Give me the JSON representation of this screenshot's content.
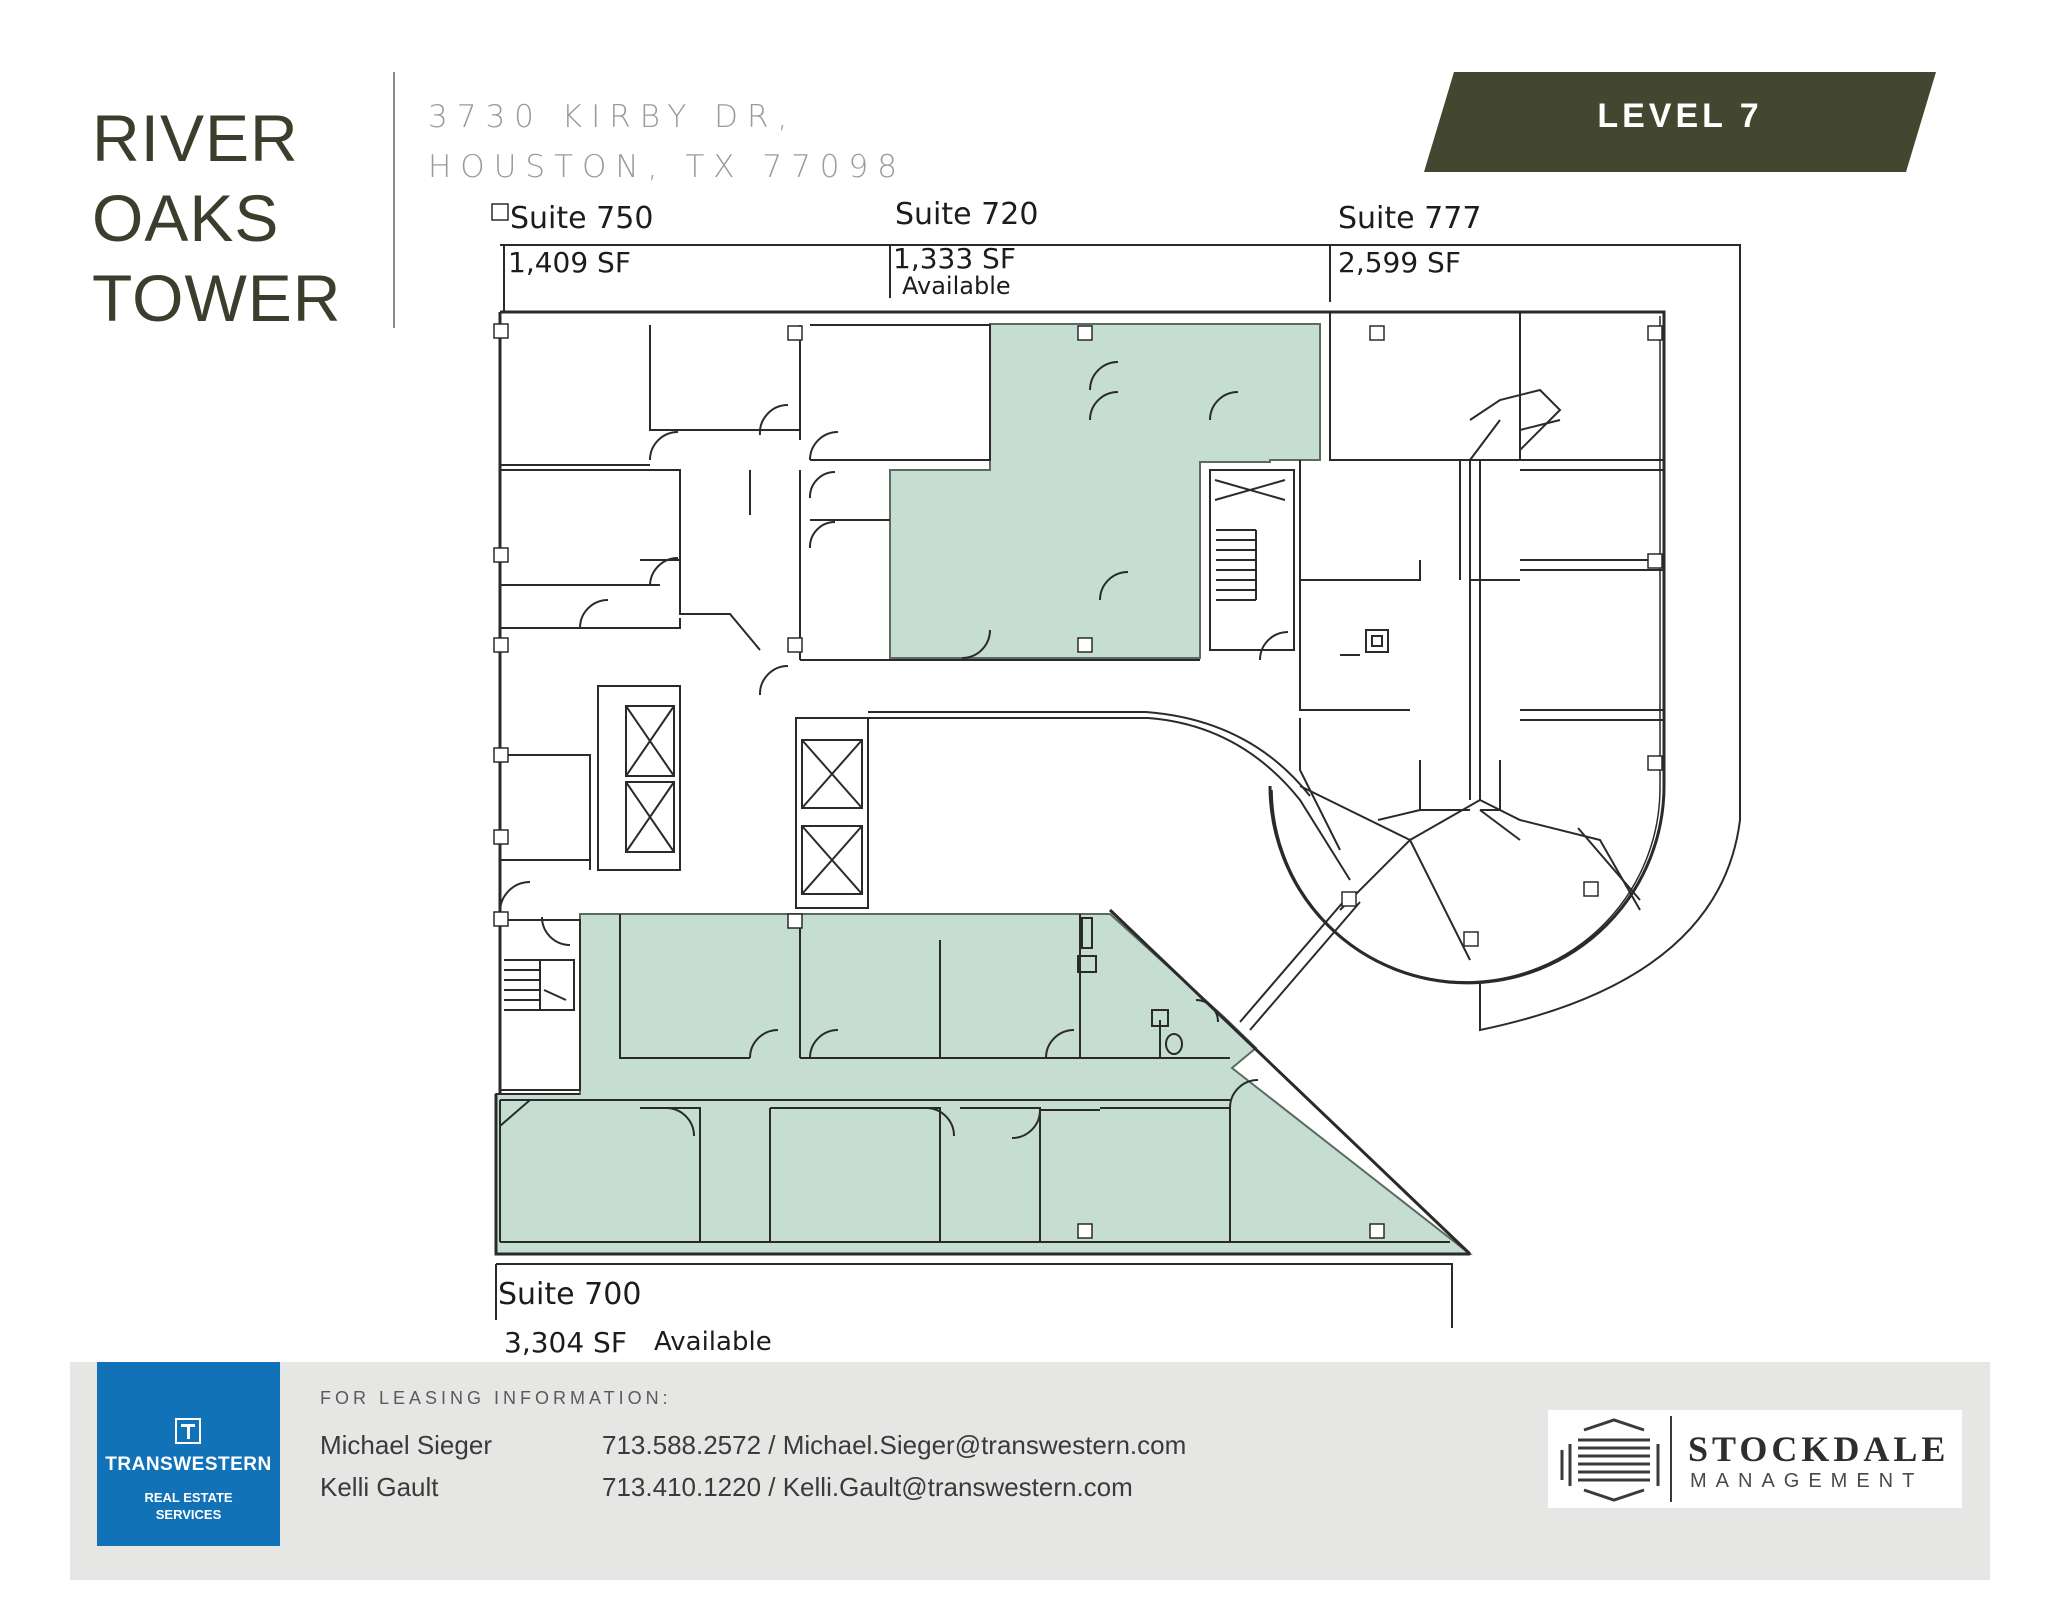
{
  "building": {
    "title_lines": [
      "RIVER",
      "OAKS",
      "TOWER"
    ],
    "address_line1": "3730 KIRBY DR,",
    "address_line2": "HOUSTON, TX 77098",
    "level": "LEVEL 7"
  },
  "suites": [
    {
      "name": "Suite 750",
      "area": "1,409 SF",
      "status": ""
    },
    {
      "name": "Suite 720",
      "area": "1,333 SF",
      "status": "Available"
    },
    {
      "name": "Suite 777",
      "area": "2,599 SF",
      "status": ""
    },
    {
      "name": "Suite 700",
      "area": "3,304 SF",
      "status": "Available"
    }
  ],
  "leasing": {
    "label": "FOR LEASING INFORMATION:",
    "contacts": [
      {
        "name": "Michael Sieger",
        "phone_email": "713.588.2572 / Michael.Sieger@transwestern.com"
      },
      {
        "name": "Kelli Gault",
        "phone_email": "713.410.1220 / Kelli.Gault@transwestern.com"
      }
    ]
  },
  "logos": {
    "transwestern_name": "TRANSWESTERN",
    "transwestern_sub_line1": "REAL ESTATE",
    "transwestern_sub_line2": "SERVICES",
    "stockdale_name": "STOCKDALE",
    "stockdale_sub": "MANAGEMENT"
  },
  "colors": {
    "title": "#3b3e2c",
    "level_badge": "#44472f",
    "available_fill": "#c6ddd1",
    "transwestern_blue": "#1272b8",
    "footer_bg": "#e6e6e5"
  }
}
